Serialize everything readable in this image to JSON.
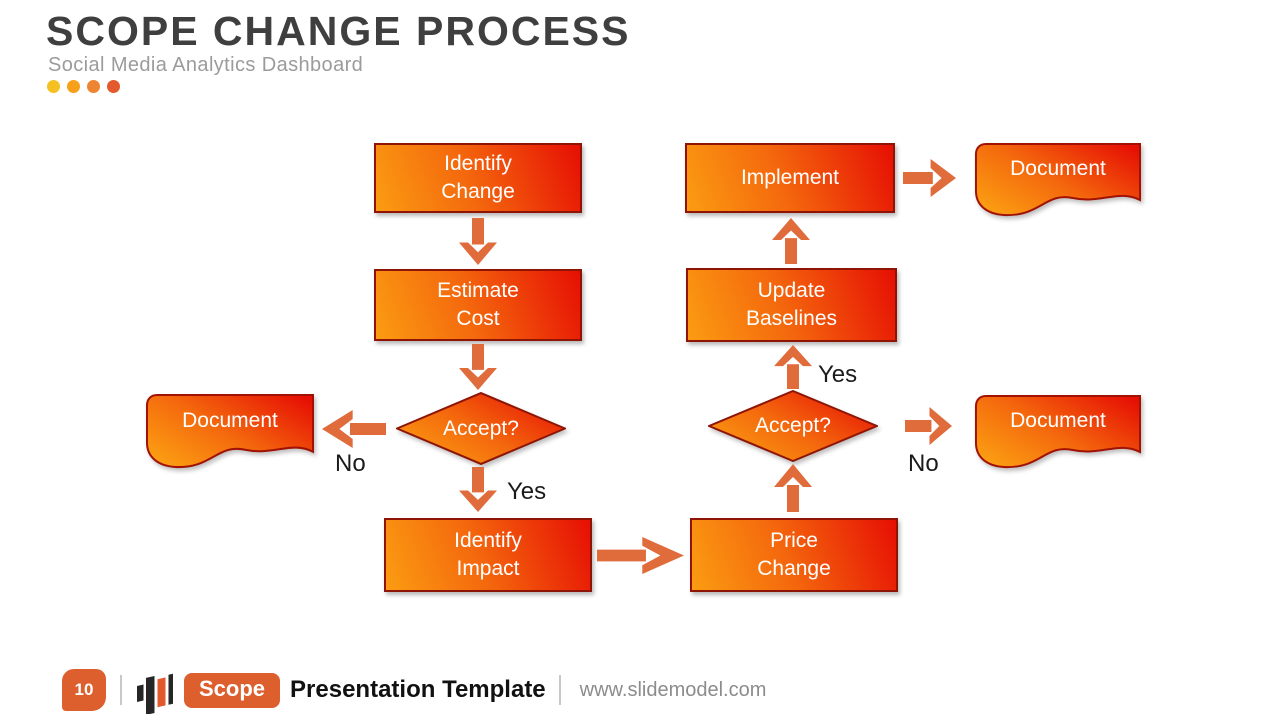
{
  "header": {
    "title": "SCOPE CHANGE PROCESS",
    "subtitle": "Social Media Analytics Dashboard",
    "dot_colors": [
      "#F5C122",
      "#F7A11B",
      "#EE8532",
      "#E25A2D"
    ]
  },
  "flowchart": {
    "nodes": {
      "identify_change": {
        "line1": "Identify",
        "line2": "Change"
      },
      "estimate_cost": {
        "line1": "Estimate",
        "line2": "Cost"
      },
      "identify_impact": {
        "line1": "Identify",
        "line2": "Impact"
      },
      "price_change": {
        "line1": "Price",
        "line2": "Change"
      },
      "update_baselines": {
        "line1": "Update",
        "line2": "Baselines"
      },
      "implement": {
        "line1": "Implement",
        "line2": ""
      }
    },
    "decisions": {
      "left": "Accept?",
      "right": "Accept?"
    },
    "documents": {
      "left": "Document",
      "right": "Document",
      "top_right": "Document"
    },
    "labels": {
      "no_left": "No",
      "yes_left": "Yes",
      "yes_right": "Yes",
      "no_right": "No"
    }
  },
  "footer": {
    "page_number": "10",
    "badge_label": "Scope",
    "template_label": "Presentation Template",
    "website": "www.slidemodel.com"
  },
  "colors": {
    "shape_gradient_start": "#FB9C12",
    "shape_gradient_mid": "#F4680D",
    "shape_gradient_end": "#E60F04",
    "shape_border": "#8E1505",
    "arrow": "#E06B3B",
    "accent_badge": "#DC5F2D",
    "title_text": "#3F3F3F",
    "subtitle_text": "#9B9B9B",
    "url_text": "#8C8C8C"
  }
}
